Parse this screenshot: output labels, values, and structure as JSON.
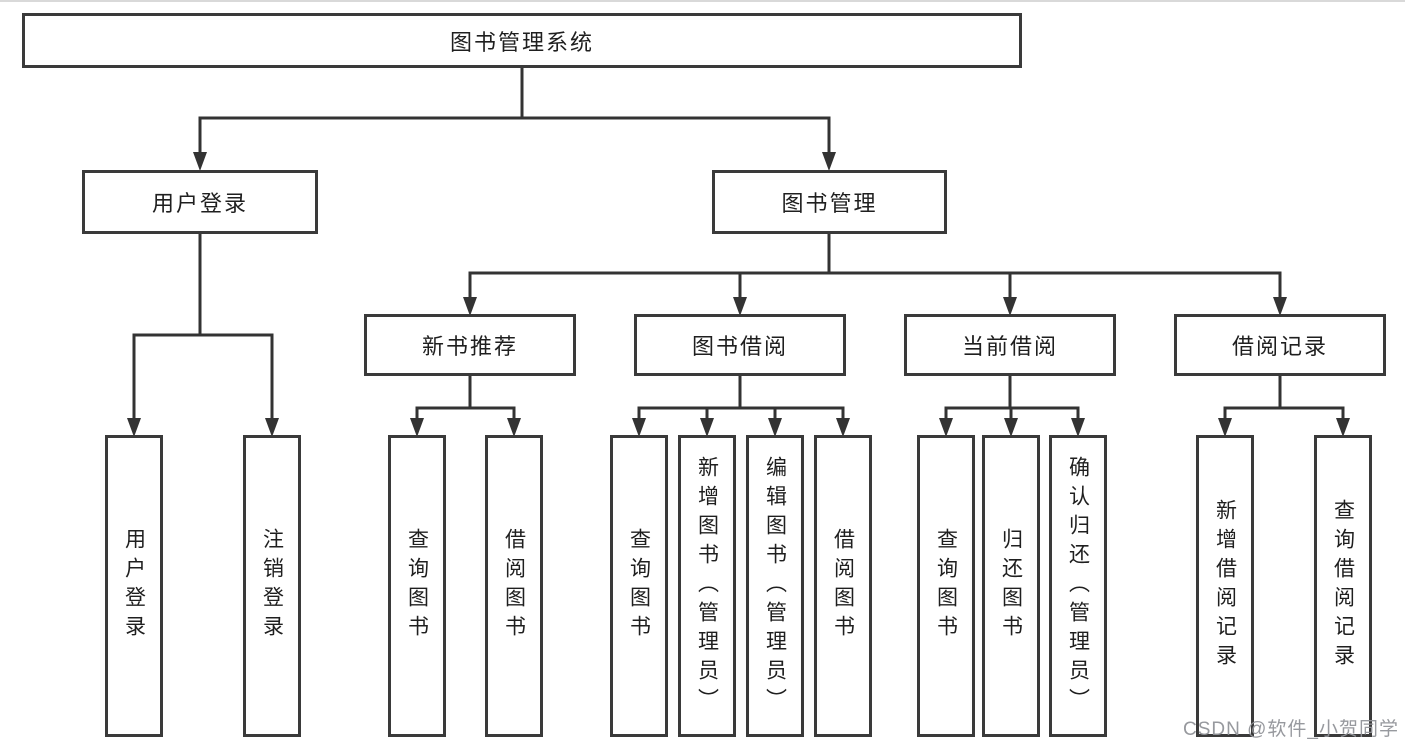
{
  "tree": {
    "root": {
      "label": "图书管理系统",
      "children": [
        {
          "label": "用户登录",
          "children": [
            {
              "label": "用户登录"
            },
            {
              "label": "注销登录"
            }
          ]
        },
        {
          "label": "图书管理",
          "children": [
            {
              "label": "新书推荐",
              "children": [
                {
                  "label": "查询图书"
                },
                {
                  "label": "借阅图书"
                }
              ]
            },
            {
              "label": "图书借阅",
              "children": [
                {
                  "label": "查询图书"
                },
                {
                  "label": "新增图书（管理员）"
                },
                {
                  "label": "编辑图书（管理员）"
                },
                {
                  "label": "借阅图书"
                }
              ]
            },
            {
              "label": "当前借阅",
              "children": [
                {
                  "label": "查询图书"
                },
                {
                  "label": "归还图书"
                },
                {
                  "label": "确认归还（管理员）"
                }
              ]
            },
            {
              "label": "借阅记录",
              "children": [
                {
                  "label": "新增借阅记录"
                },
                {
                  "label": "查询借阅记录"
                }
              ]
            }
          ]
        }
      ]
    }
  },
  "watermark": {
    "text": "CSDN @软件_小贺同学"
  },
  "colors": {
    "line": "#333333",
    "box_border": "#3a3a3a",
    "box_fill": "#ffffff",
    "text": "#1f1f1f",
    "watermark": "#919499",
    "background": "#ffffff"
  }
}
